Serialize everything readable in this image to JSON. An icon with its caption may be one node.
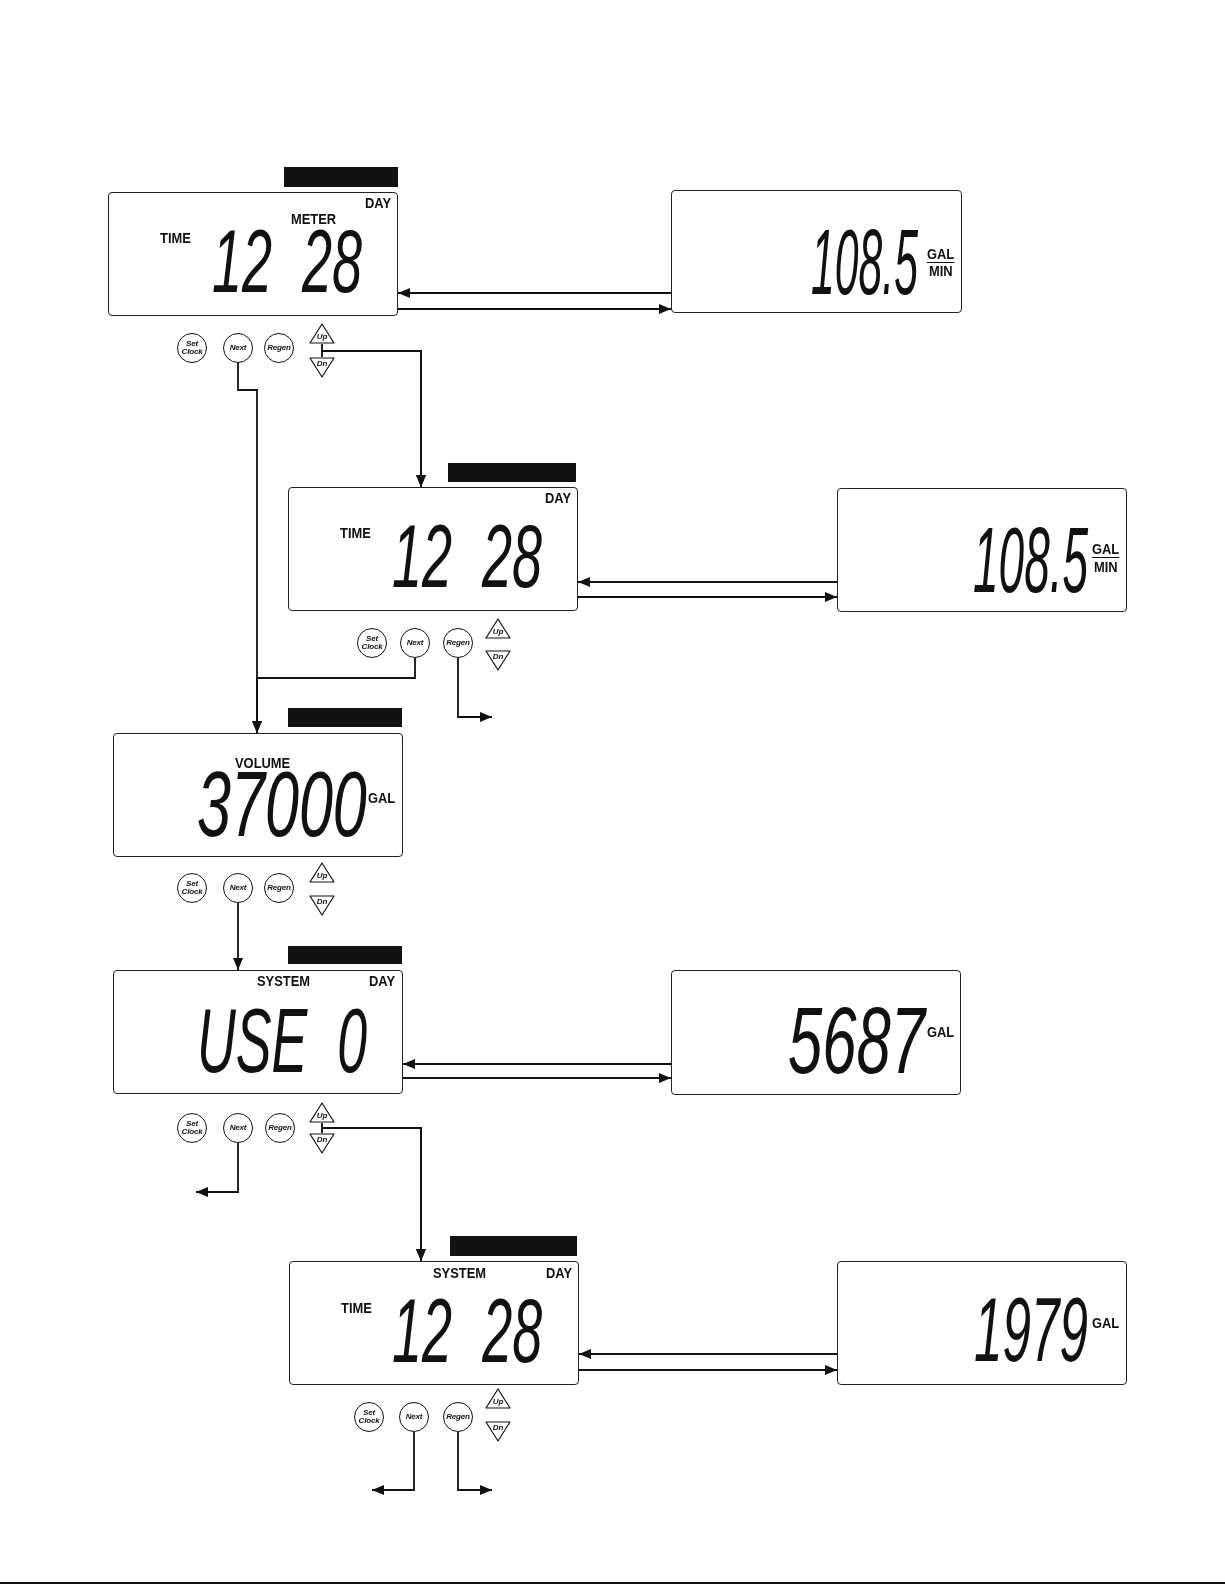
{
  "diagram": {
    "nodes": [
      {
        "text": [],
        "shape": "bar"
      },
      {
        "text": [
          "DAY",
          "METER",
          "TIME",
          "12 28"
        ]
      },
      {
        "text": [
          "108.5",
          "GAL",
          "MIN"
        ]
      },
      {
        "text": [
          "Set Clock"
        ]
      },
      {
        "text": [
          "Next"
        ]
      },
      {
        "text": [
          "Regen"
        ]
      },
      {
        "text": [
          "Up"
        ]
      },
      {
        "text": [
          "Dn"
        ]
      },
      {
        "text": [],
        "shape": "bar"
      },
      {
        "text": [
          "DAY",
          "TIME",
          "12 28"
        ]
      },
      {
        "text": [
          "108.5",
          "GAL",
          "MIN"
        ]
      },
      {
        "text": [
          "Set Clock"
        ]
      },
      {
        "text": [
          "Next"
        ]
      },
      {
        "text": [
          "Regen"
        ]
      },
      {
        "text": [
          "Up"
        ]
      },
      {
        "text": [
          "Dn"
        ]
      },
      {
        "text": [],
        "shape": "bar"
      },
      {
        "text": [
          "VOLUME",
          "37000",
          "GAL"
        ]
      },
      {
        "text": [
          "Set Clock"
        ]
      },
      {
        "text": [
          "Next"
        ]
      },
      {
        "text": [
          "Regen"
        ]
      },
      {
        "text": [
          "Up"
        ]
      },
      {
        "text": [
          "Dn"
        ]
      },
      {
        "text": [],
        "shape": "bar"
      },
      {
        "text": [
          "SYSTEM",
          "DAY",
          "USE 0"
        ]
      },
      {
        "text": [
          "5687",
          "GAL"
        ]
      },
      {
        "text": [
          "Set Clock"
        ]
      },
      {
        "text": [
          "Next"
        ]
      },
      {
        "text": [
          "Regen"
        ]
      },
      {
        "text": [
          "Up"
        ]
      },
      {
        "text": [
          "Dn"
        ]
      },
      {
        "text": [],
        "shape": "bar"
      },
      {
        "text": [
          "SYSTEM",
          "DAY",
          "TIME",
          "12 28"
        ]
      },
      {
        "text": [
          "1979",
          "GAL"
        ]
      },
      {
        "text": [
          "Set Clock"
        ]
      },
      {
        "text": [
          "Next"
        ]
      },
      {
        "text": [
          "Regen"
        ]
      },
      {
        "text": [
          "Up"
        ]
      },
      {
        "text": [
          "Dn"
        ]
      }
    ],
    "edges": [
      {
        "from": 2,
        "to": 1,
        "arrow": "to"
      },
      {
        "from": 1,
        "to": 2,
        "arrow": "to"
      },
      {
        "from": 6,
        "to": 9,
        "arrow": "to"
      },
      {
        "from": 7,
        "to": 9,
        "arrow": "to"
      },
      {
        "from": 4,
        "to": 17,
        "arrow": "to"
      },
      {
        "from": 10,
        "to": 9,
        "arrow": "to"
      },
      {
        "from": 9,
        "to": 10,
        "arrow": "to"
      },
      {
        "from": 12,
        "to": 17,
        "arrow": "to"
      },
      {
        "from": 13,
        "to": null,
        "arrow": "to"
      },
      {
        "from": 19,
        "to": 24,
        "arrow": "to"
      },
      {
        "from": 25,
        "to": 24,
        "arrow": "to"
      },
      {
        "from": 24,
        "to": 25,
        "arrow": "to"
      },
      {
        "from": 27,
        "to": null,
        "arrow": "to"
      },
      {
        "from": 29,
        "to": 32,
        "arrow": "to"
      },
      {
        "from": 30,
        "to": 32,
        "arrow": "to"
      },
      {
        "from": 33,
        "to": 32,
        "arrow": "to"
      },
      {
        "from": 32,
        "to": 33,
        "arrow": "to"
      },
      {
        "from": 35,
        "to": null,
        "arrow": "to"
      },
      {
        "from": 36,
        "to": null,
        "arrow": "to"
      }
    ]
  }
}
